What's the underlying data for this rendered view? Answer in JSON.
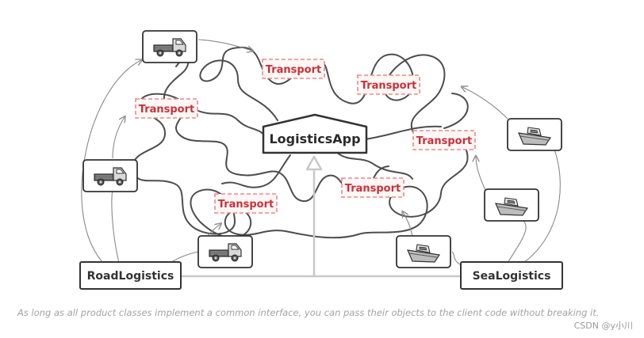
{
  "diagram": {
    "app_label": "LogisticsApp",
    "road_label": "RoadLogistics",
    "sea_label": "SeaLogistics",
    "transport_labels": [
      "Transport",
      "Transport",
      "Transport",
      "Transport",
      "Transport",
      "Transport"
    ],
    "accent_color": "#c7323a",
    "icons": [
      "truck-icon",
      "truck-icon",
      "truck-icon",
      "ship-icon",
      "ship-icon",
      "ship-icon"
    ]
  },
  "caption": "As long as all product classes implement a common interface, you can pass their objects to the client code without breaking it.",
  "watermark": "CSDN @y小川"
}
